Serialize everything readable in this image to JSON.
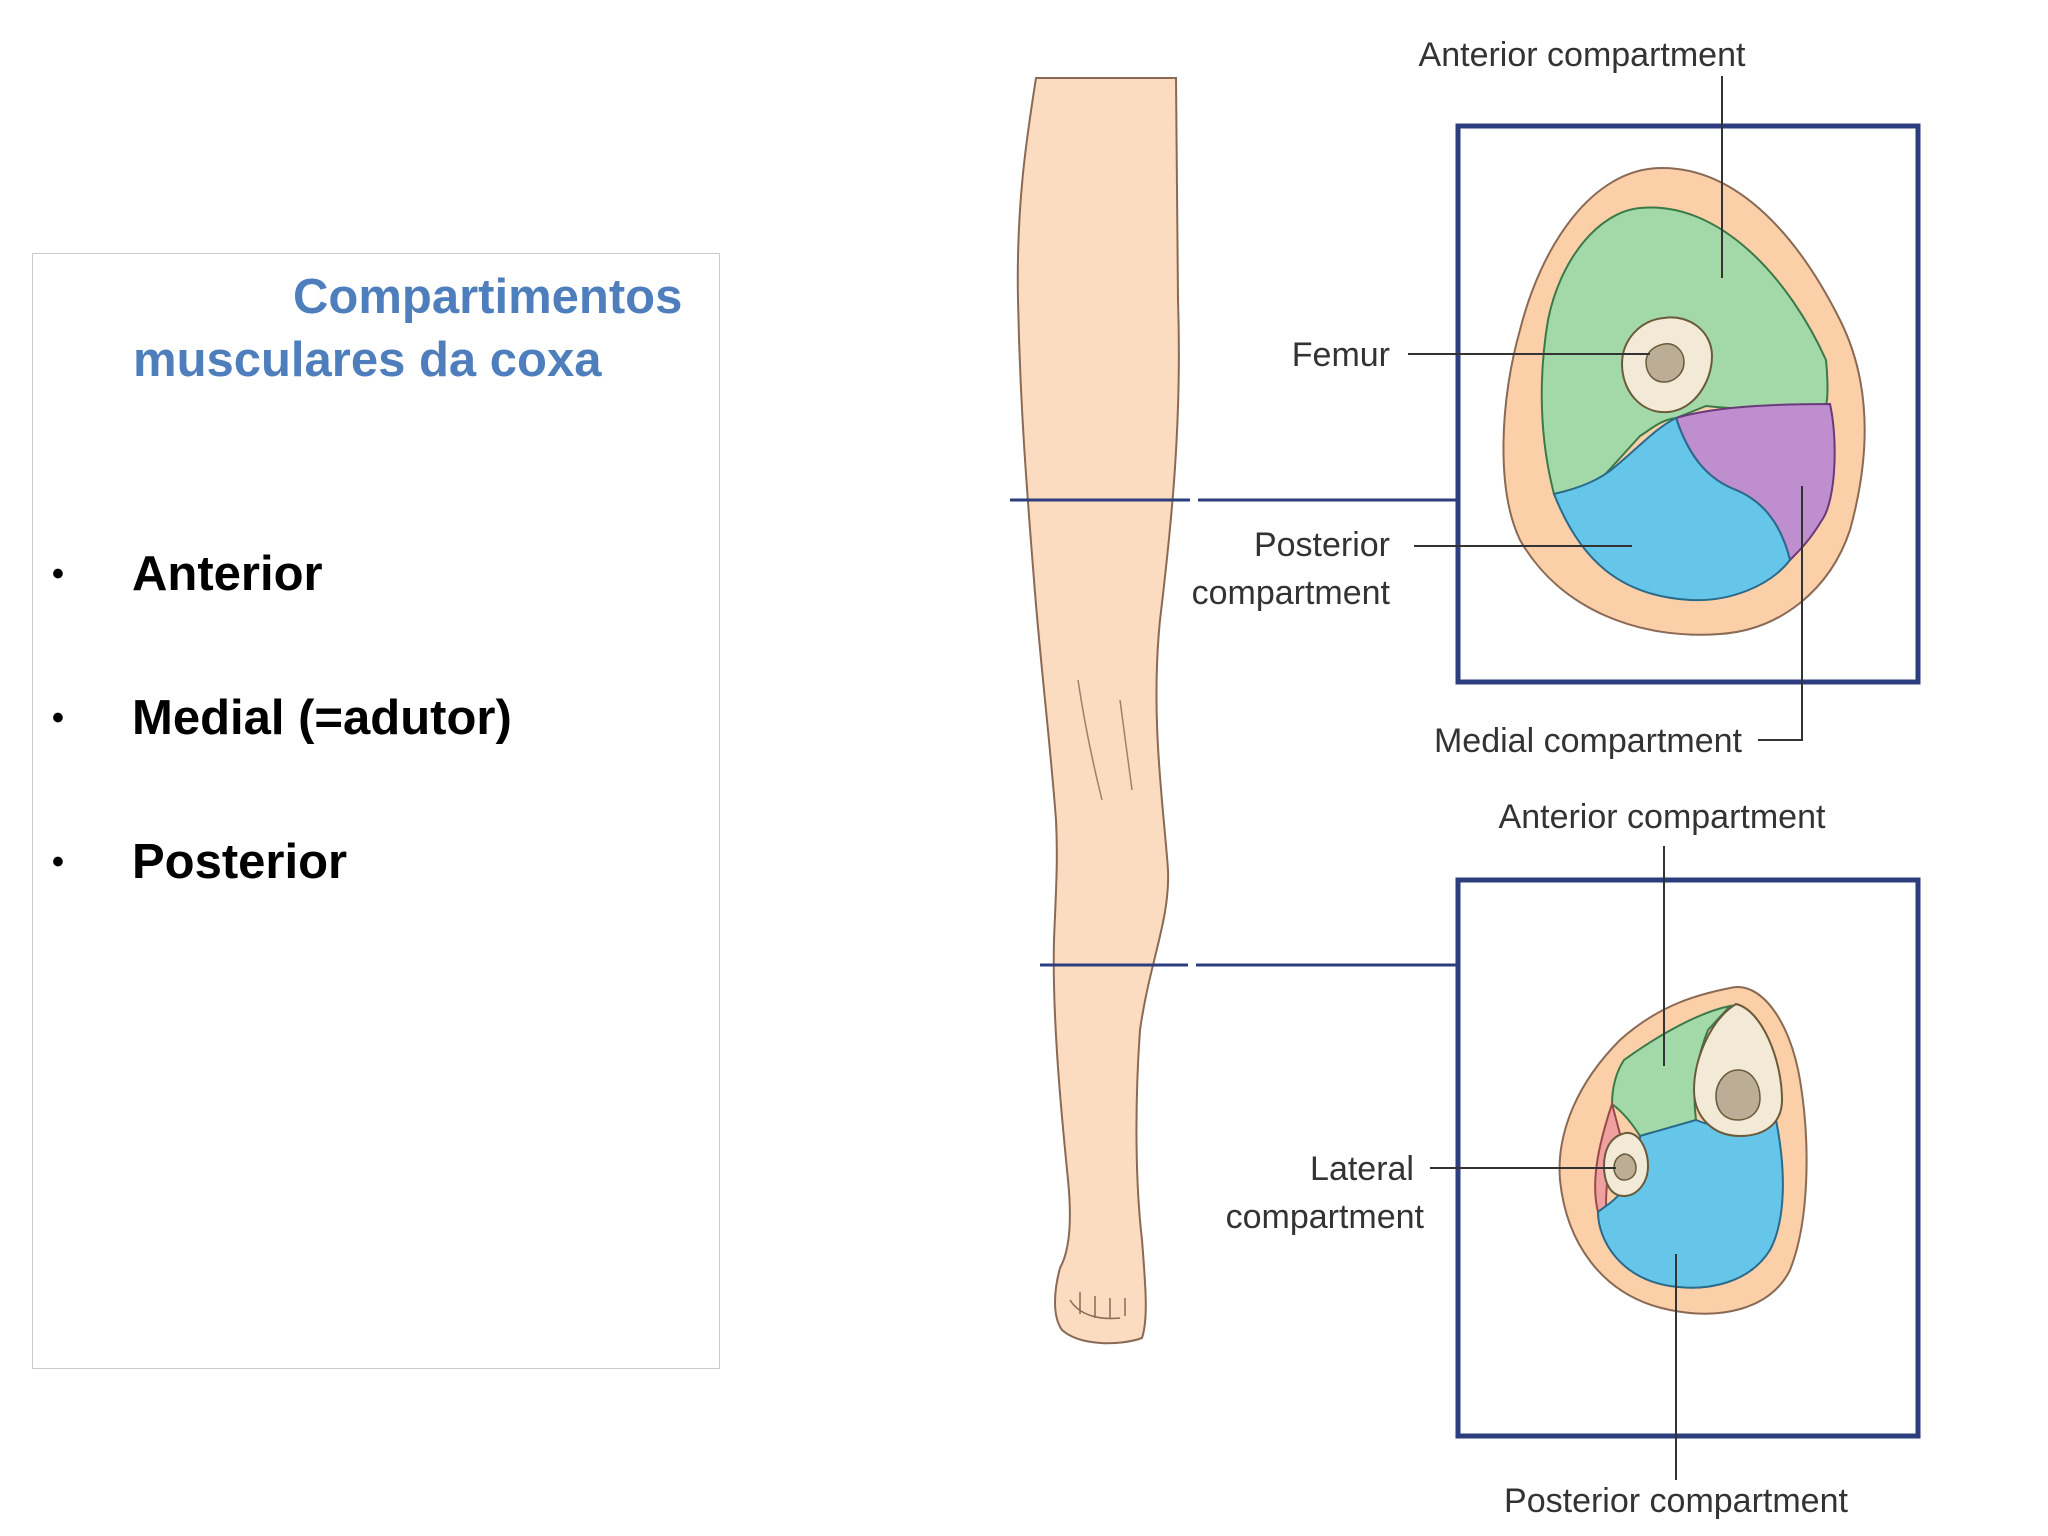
{
  "panel": {
    "title_line1": "Compartimentos",
    "title_line2": "musculares da coxa",
    "bullets": [
      "Anterior",
      "Medial (=adutor)",
      "Posterior"
    ]
  },
  "figure": {
    "thigh": {
      "anterior": "Anterior compartment",
      "femur": "Femur",
      "posterior_l1": "Posterior",
      "posterior_l2": "compartment",
      "medial": "Medial compartment"
    },
    "leg": {
      "anterior": "Anterior compartment",
      "lateral_l1": "Lateral",
      "lateral_l2": "compartment",
      "posterior": "Posterior compartment"
    }
  },
  "colors": {
    "title": "#4f7ebd",
    "frame": "#2c3e7e",
    "skin": "#fbdcc0",
    "anterior": "#a3d9a8",
    "posterior": "#66c6ea",
    "medial": "#bf8ecf",
    "lateral": "#f0a0a0",
    "bone": "#f2ead6"
  }
}
